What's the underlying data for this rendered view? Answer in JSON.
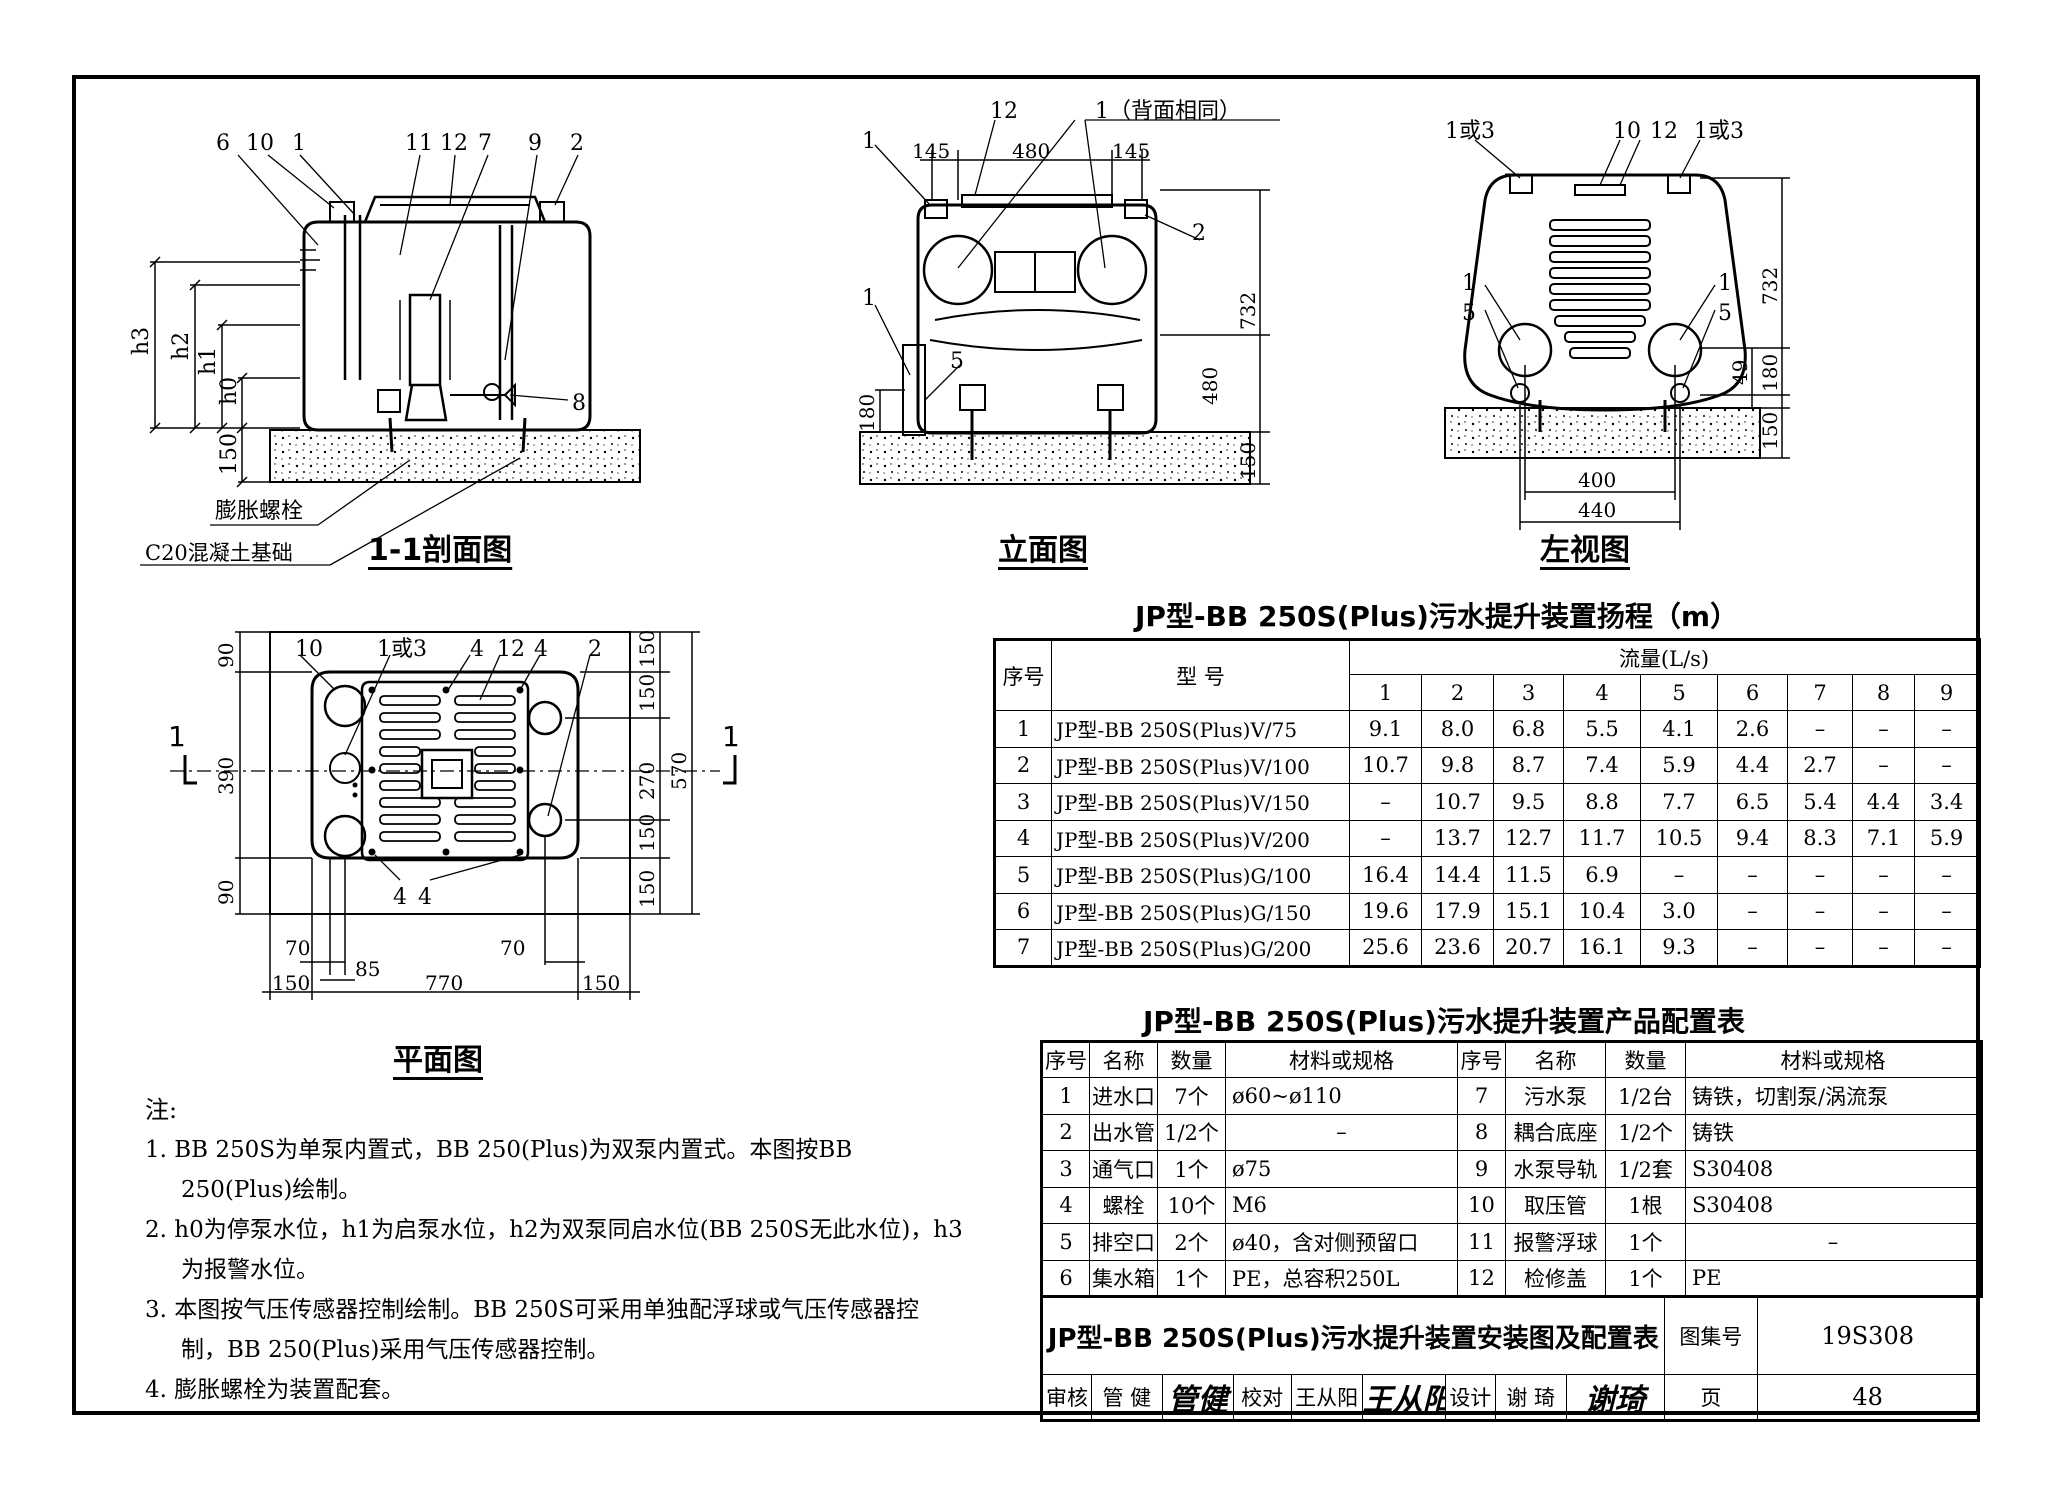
{
  "views": {
    "section": {
      "title": "1-1剖面图",
      "callouts": [
        "6",
        "10",
        "1",
        "11",
        "12",
        "7",
        "9",
        "2",
        "8"
      ],
      "level_labels": [
        "h3",
        "h2",
        "h1",
        "h0"
      ],
      "dim_base": "150",
      "label_bolt": "膨胀螺栓",
      "label_foundation": "C20混凝土基础"
    },
    "elevation": {
      "title": "立面图",
      "callouts": [
        "12",
        "1（背面相同）",
        "1",
        "2",
        "1",
        "5"
      ],
      "dims_top": [
        "145",
        "480",
        "145"
      ],
      "dims_right": [
        "732",
        "480",
        "150"
      ],
      "dim_left": "180"
    },
    "left": {
      "title": "左视图",
      "callouts": [
        "1或3",
        "10",
        "12",
        "1或3",
        "1",
        "5",
        "1",
        "5"
      ],
      "dims_right": [
        "732",
        "49",
        "180",
        "150"
      ],
      "dims_bottom": [
        "400",
        "440"
      ]
    },
    "plan": {
      "title": "平面图",
      "callouts": [
        "10",
        "1或3",
        "4",
        "12",
        "4",
        "2",
        "4",
        "4"
      ],
      "section_marks": [
        "1",
        "1"
      ],
      "dims_left": [
        "90",
        "390",
        "90"
      ],
      "dims_right": [
        "150",
        "150",
        "270",
        "150",
        "150"
      ],
      "dim_total_right": "570",
      "dims_bottom_a": [
        "70",
        "70"
      ],
      "dim_85": "85",
      "dims_bottom_b": [
        "150",
        "770",
        "150"
      ]
    }
  },
  "head_table": {
    "title": "JP型-BB 250S(Plus)污水提升装置扬程（m）",
    "col_no": "序号",
    "col_model": "型 号",
    "col_flow": "流量(L/s)",
    "flow_values": [
      "1",
      "2",
      "3",
      "4",
      "5",
      "6",
      "7",
      "8",
      "9"
    ],
    "rows": [
      {
        "no": "1",
        "model": "JP型-BB 250S(Plus)V/75",
        "vals": [
          "9.1",
          "8.0",
          "6.8",
          "5.5",
          "4.1",
          "2.6",
          "–",
          "–",
          "–"
        ]
      },
      {
        "no": "2",
        "model": "JP型-BB 250S(Plus)V/100",
        "vals": [
          "10.7",
          "9.8",
          "8.7",
          "7.4",
          "5.9",
          "4.4",
          "2.7",
          "–",
          "–"
        ]
      },
      {
        "no": "3",
        "model": "JP型-BB 250S(Plus)V/150",
        "vals": [
          "–",
          "10.7",
          "9.5",
          "8.8",
          "7.7",
          "6.5",
          "5.4",
          "4.4",
          "3.4"
        ]
      },
      {
        "no": "4",
        "model": "JP型-BB 250S(Plus)V/200",
        "vals": [
          "–",
          "13.7",
          "12.7",
          "11.7",
          "10.5",
          "9.4",
          "8.3",
          "7.1",
          "5.9"
        ]
      },
      {
        "no": "5",
        "model": "JP型-BB 250S(Plus)G/100",
        "vals": [
          "16.4",
          "14.4",
          "11.5",
          "6.9",
          "–",
          "–",
          "–",
          "–",
          "–"
        ]
      },
      {
        "no": "6",
        "model": "JP型-BB 250S(Plus)G/150",
        "vals": [
          "19.6",
          "17.9",
          "15.1",
          "10.4",
          "3.0",
          "–",
          "–",
          "–",
          "–"
        ]
      },
      {
        "no": "7",
        "model": "JP型-BB 250S(Plus)G/200",
        "vals": [
          "25.6",
          "23.6",
          "20.7",
          "16.1",
          "9.3",
          "–",
          "–",
          "–",
          "–"
        ]
      }
    ]
  },
  "config_table": {
    "title": "JP型-BB 250S(Plus)污水提升装置产品配置表",
    "headers": [
      "序号",
      "名称",
      "数量",
      "材料或规格",
      "序号",
      "名称",
      "数量",
      "材料或规格"
    ],
    "rows": [
      [
        "1",
        "进水口",
        "7个",
        "ø60~ø110",
        "7",
        "污水泵",
        "1/2台",
        "铸铁，切割泵/涡流泵"
      ],
      [
        "2",
        "出水管",
        "1/2个",
        "–",
        "8",
        "耦合底座",
        "1/2个",
        "铸铁"
      ],
      [
        "3",
        "通气口",
        "1个",
        "ø75",
        "9",
        "水泵导轨",
        "1/2套",
        "S30408"
      ],
      [
        "4",
        "螺栓",
        "10个",
        "M6",
        "10",
        "取压管",
        "1根",
        "S30408"
      ],
      [
        "5",
        "排空口",
        "2个",
        "ø40，含对侧预留口",
        "11",
        "报警浮球",
        "1个",
        "–"
      ],
      [
        "6",
        "集水箱",
        "1个",
        "PE，总容积250L",
        "12",
        "检修盖",
        "1个",
        "PE"
      ]
    ]
  },
  "title_block": {
    "title": "JP型-BB 250S(Plus)污水提升装置安装图及配置表",
    "atlas_label": "图集号",
    "atlas_no": "19S308",
    "review_label": "审核",
    "reviewer": "管 健",
    "reviewer_sig": "管健",
    "check_label": "校对",
    "checker": "王从阳",
    "checker_sig": "王从阳",
    "design_label": "设计",
    "designer": "谢 琦",
    "designer_sig": "谢琦",
    "page_label": "页",
    "page_no": "48"
  },
  "notes": {
    "heading": "注:",
    "items": [
      "1. BB 250S为单泵内置式，BB 250(Plus)为双泵内置式。本图按BB 250(Plus)绘制。",
      "2. h0为停泵水位，h1为启泵水位，h2为双泵同启水位(BB 250S无此水位)，h3为报警水位。",
      "3. 本图按气压传感器控制绘制。BB 250S可采用单独配浮球或气压传感器控制，BB 250(Plus)采用气压传感器控制。",
      "4. 膨胀螺栓为装置配套。"
    ]
  }
}
